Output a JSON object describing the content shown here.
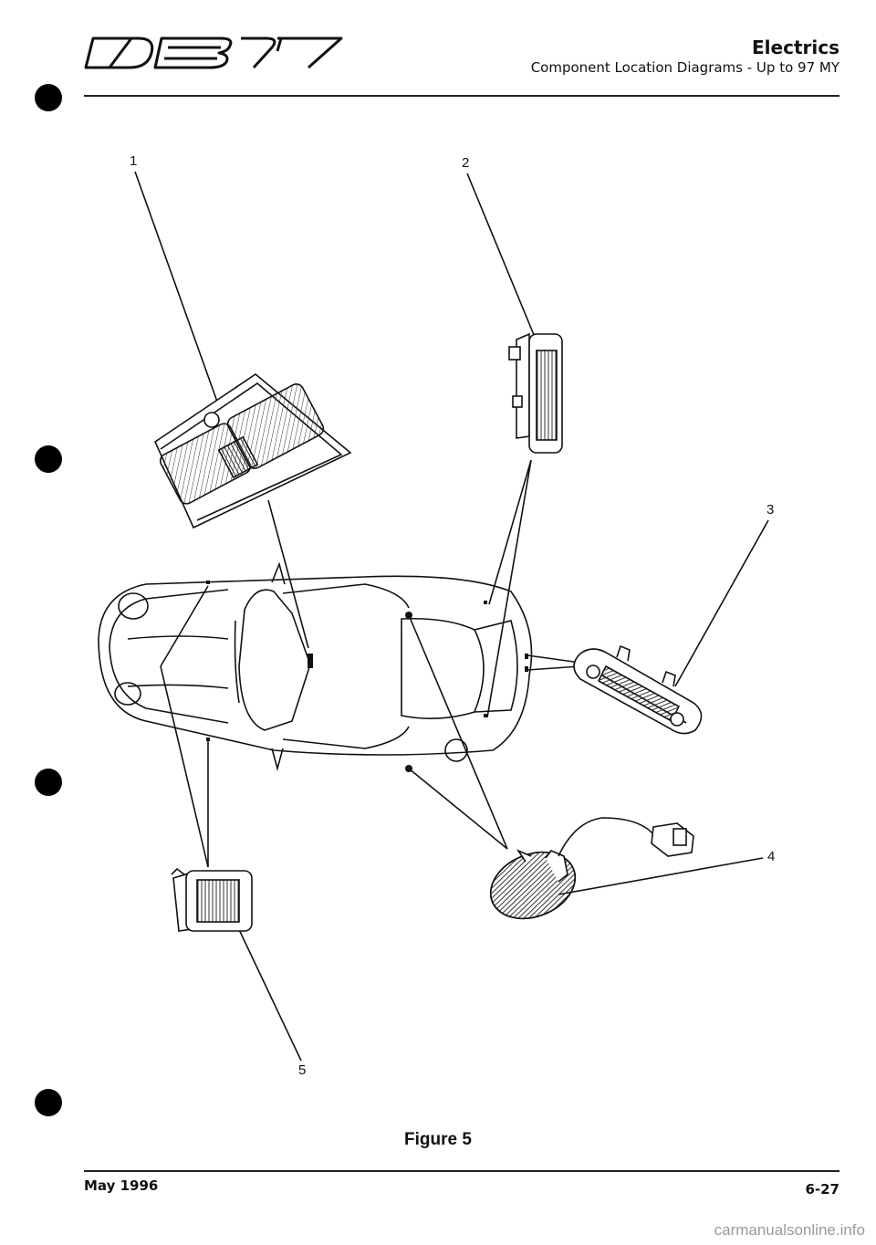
{
  "header": {
    "logo_text": "DB7",
    "title": "Electrics",
    "subtitle": "Component Location Diagrams - Up to 97 MY"
  },
  "diagram": {
    "callouts": [
      "1",
      "2",
      "3",
      "4",
      "5"
    ],
    "caption": "Figure 5"
  },
  "footer": {
    "date": "May 1996",
    "page": "6-27"
  },
  "watermark": "carmanualsonline.info"
}
